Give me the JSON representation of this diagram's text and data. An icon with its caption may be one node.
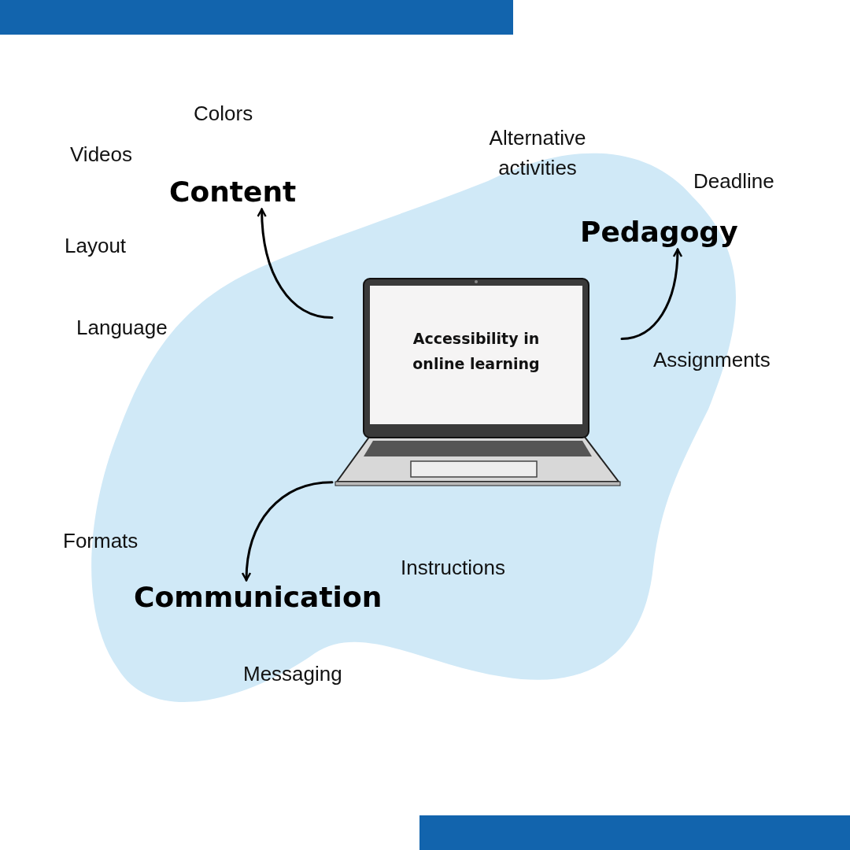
{
  "diagram": {
    "nodes": [
      {
        "text": [
          "Accessibility in online learning"
        ]
      },
      {
        "text": [
          "Content"
        ]
      },
      {
        "text": [
          "Pedagogy"
        ]
      },
      {
        "text": [
          "Communication"
        ]
      }
    ],
    "edges": [
      {
        "from": 0,
        "to": 1,
        "arrow": "to"
      },
      {
        "from": 0,
        "to": 2,
        "arrow": "to"
      },
      {
        "from": 0,
        "to": 3,
        "arrow": "to"
      }
    ],
    "labels": [
      "Colors",
      "Alternative activities",
      "Videos",
      "Deadline",
      "Layout",
      "Language",
      "Assignments",
      "Formats",
      "Instructions",
      "Messaging"
    ]
  }
}
